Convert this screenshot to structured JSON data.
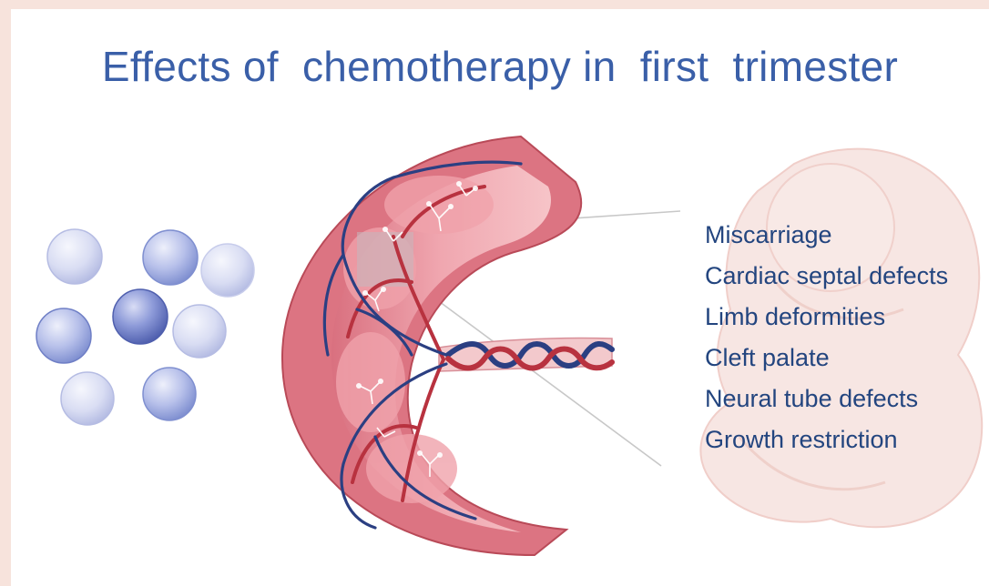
{
  "title": "Effects of  chemotherapy in  first  trimester",
  "effects": [
    "Miscarriage",
    "Cardiac septal defects",
    "Limb deformities",
    "Cleft palate",
    "Neural tube defects",
    "Growth restriction"
  ],
  "colors": {
    "title": "#3a5fa8",
    "effect_text": "#23457f",
    "placenta": "#e58a98",
    "vessel_red": "#b8323f",
    "vessel_blue": "#2b3f82",
    "fetus": "#f6dcd8",
    "molecule": "#8f9ed6"
  },
  "icons": [
    "chemotherapy-molecules-icon",
    "placenta-illustration",
    "fetus-illustration"
  ]
}
